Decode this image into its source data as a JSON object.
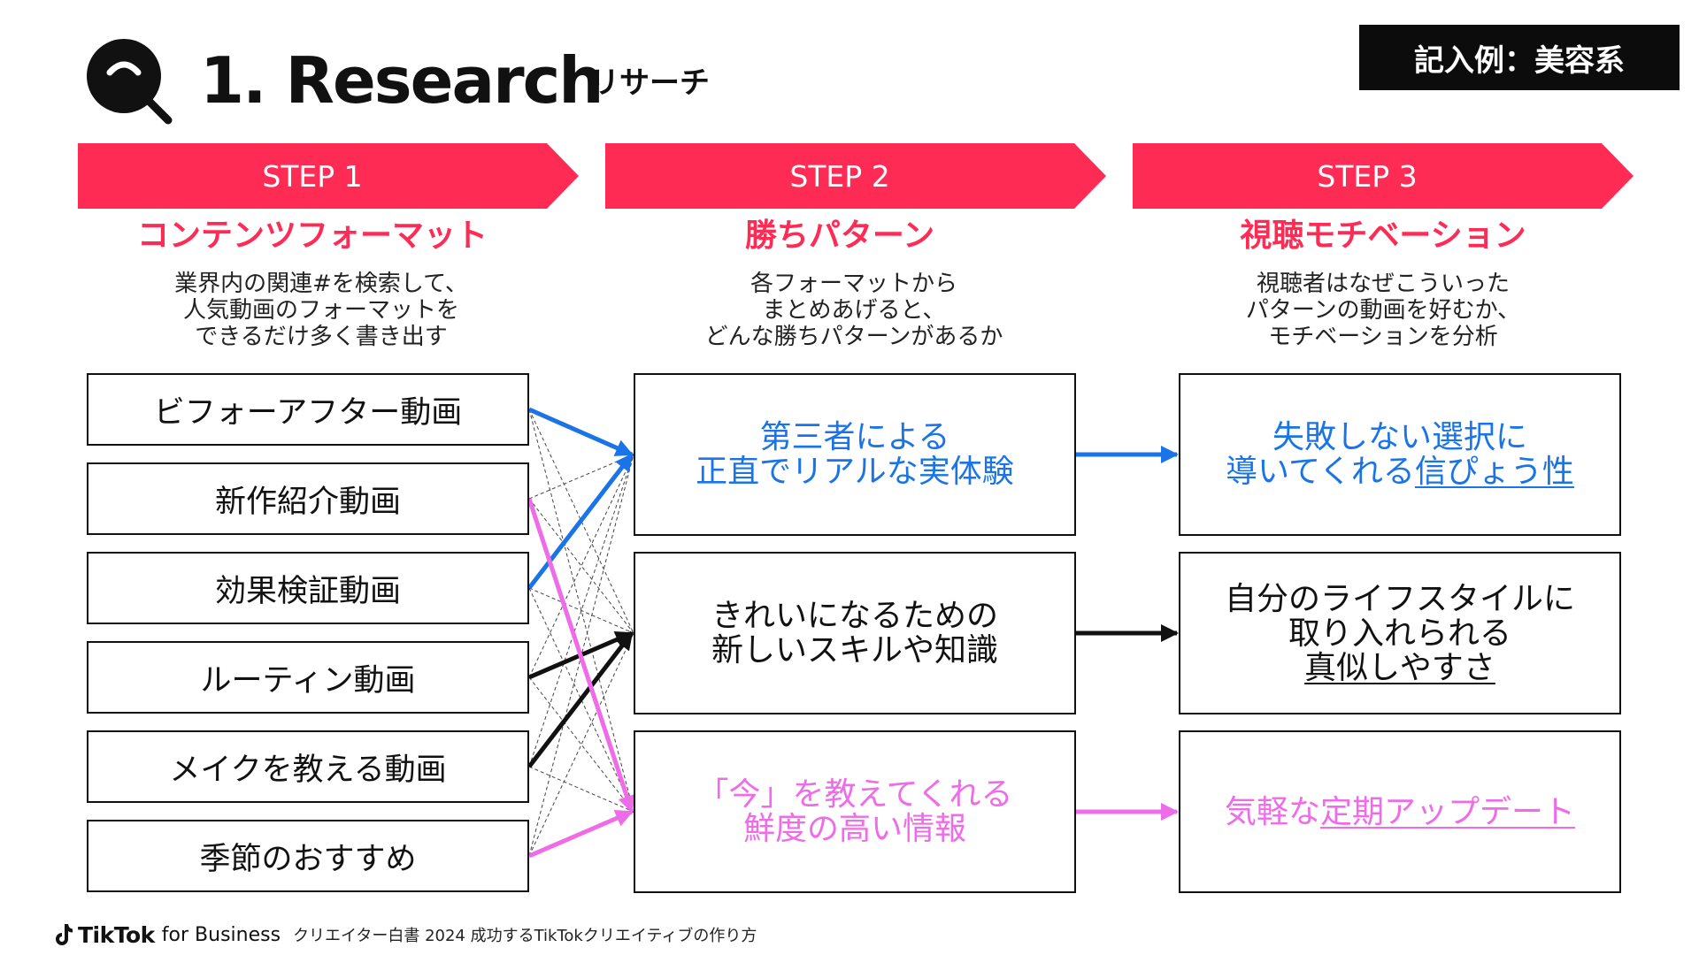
{
  "header": {
    "title": "1. Research",
    "subtitle": "リサーチ",
    "badge": "記入例：美容系",
    "icon": "search-icon"
  },
  "colors": {
    "step_banner": "#fe2c55",
    "heading": "#fe2c55",
    "blue": "#1a74e8",
    "pink": "#ef6ce9",
    "black": "#111111"
  },
  "steps": [
    {
      "label": "STEP 1",
      "heading": "コンテンツフォーマット",
      "desc": "業界内の関連#を検索して、\n人気動画のフォーマットを\nできるだけ多く書き出す"
    },
    {
      "label": "STEP 2",
      "heading": "勝ちパターン",
      "desc": "各フォーマットから\nまとめあげると、\nどんな勝ちパターンがあるか"
    },
    {
      "label": "STEP 3",
      "heading": "視聴モチベーション",
      "desc": "視聴者はなぜこういった\nパターンの動画を好むか、\nモチベーションを分析"
    }
  ],
  "formats": [
    "ビフォーアフター動画",
    "新作紹介動画",
    "効果検証動画",
    "ルーティン動画",
    "メイクを教える動画",
    "季節のおすすめ"
  ],
  "patterns": [
    {
      "line1": "第三者による",
      "line2": "正直でリアルな実体験",
      "color": "blue"
    },
    {
      "line1": "きれいになるための",
      "line2": "新しいスキルや知識",
      "color": "black"
    },
    {
      "line1": "「今」を教えてくれる",
      "line2": "鮮度の高い情報",
      "color": "pink"
    }
  ],
  "motivations": [
    {
      "line1": "失敗しない選択に",
      "line2_plain": "導いてくれる",
      "line2_underlined": "信ぴょう性",
      "color": "blue"
    },
    {
      "line1": "自分のライフスタイルに",
      "line2": "取り入れられる",
      "line3_underlined": "真似しやすさ",
      "color": "black"
    },
    {
      "line1_plain": "気軽な",
      "line1_underlined": "定期アップデート",
      "color": "pink"
    }
  ],
  "footer": {
    "brand": "TikTok",
    "brand_suffix": "for Business",
    "text": "クリエイター白書 2024 成功するTikTokクリエイティブの作り方",
    "icon": "tiktok-note-icon"
  },
  "connections": {
    "highlighted": [
      {
        "from": 0,
        "to": 0,
        "color": "blue"
      },
      {
        "from": 2,
        "to": 0,
        "color": "blue"
      },
      {
        "from": 3,
        "to": 1,
        "color": "black"
      },
      {
        "from": 4,
        "to": 1,
        "color": "black"
      },
      {
        "from": 1,
        "to": 2,
        "color": "pink"
      },
      {
        "from": 5,
        "to": 2,
        "color": "pink"
      }
    ],
    "step2_to_step3": [
      {
        "from": 0,
        "to": 0,
        "color": "blue"
      },
      {
        "from": 1,
        "to": 1,
        "color": "black"
      },
      {
        "from": 2,
        "to": 2,
        "color": "pink"
      }
    ]
  }
}
